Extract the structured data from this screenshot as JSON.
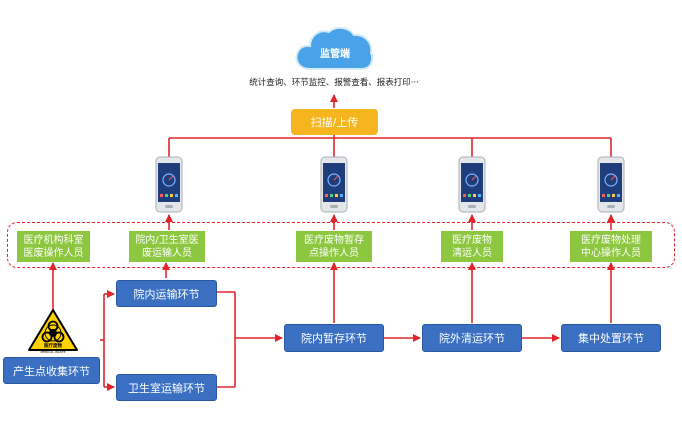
{
  "cloud": {
    "label": "监管端",
    "caption": "统计查询、环节监控、报警查看、报表打印···"
  },
  "scan": {
    "label": "扫描/上传"
  },
  "personnel": [
    "医疗机构科室\n医废操作人员",
    "院内/卫生室医\n废运输人员",
    "医疗废物暂存\n点操作人员",
    "医疗废物\n清运人员",
    "医疗废物处理\n中心操作人员"
  ],
  "stages": {
    "origin": "产生点收集环节",
    "hospital_transport": "院内运输环节",
    "clinic_transport": "卫生室运输环节",
    "temp_storage": "院内暂存环节",
    "external_transport": "院外清运环节",
    "disposal": "集中处置环节"
  },
  "hazard": {
    "label": "医疗废物",
    "sublabel": "MEDICAL WASTE"
  },
  "colors": {
    "arrow": "#e0262b",
    "stage": "#3a6fc1",
    "personnel": "#8dc63f",
    "scan": "#f6b41f",
    "cloud": "#4aa3e8"
  }
}
